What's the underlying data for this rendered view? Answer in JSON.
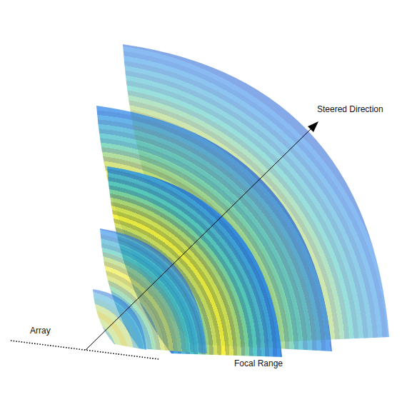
{
  "diagram": {
    "labels": [
      "Steered Direction",
      "Array",
      "Focal Range"
    ]
  }
}
